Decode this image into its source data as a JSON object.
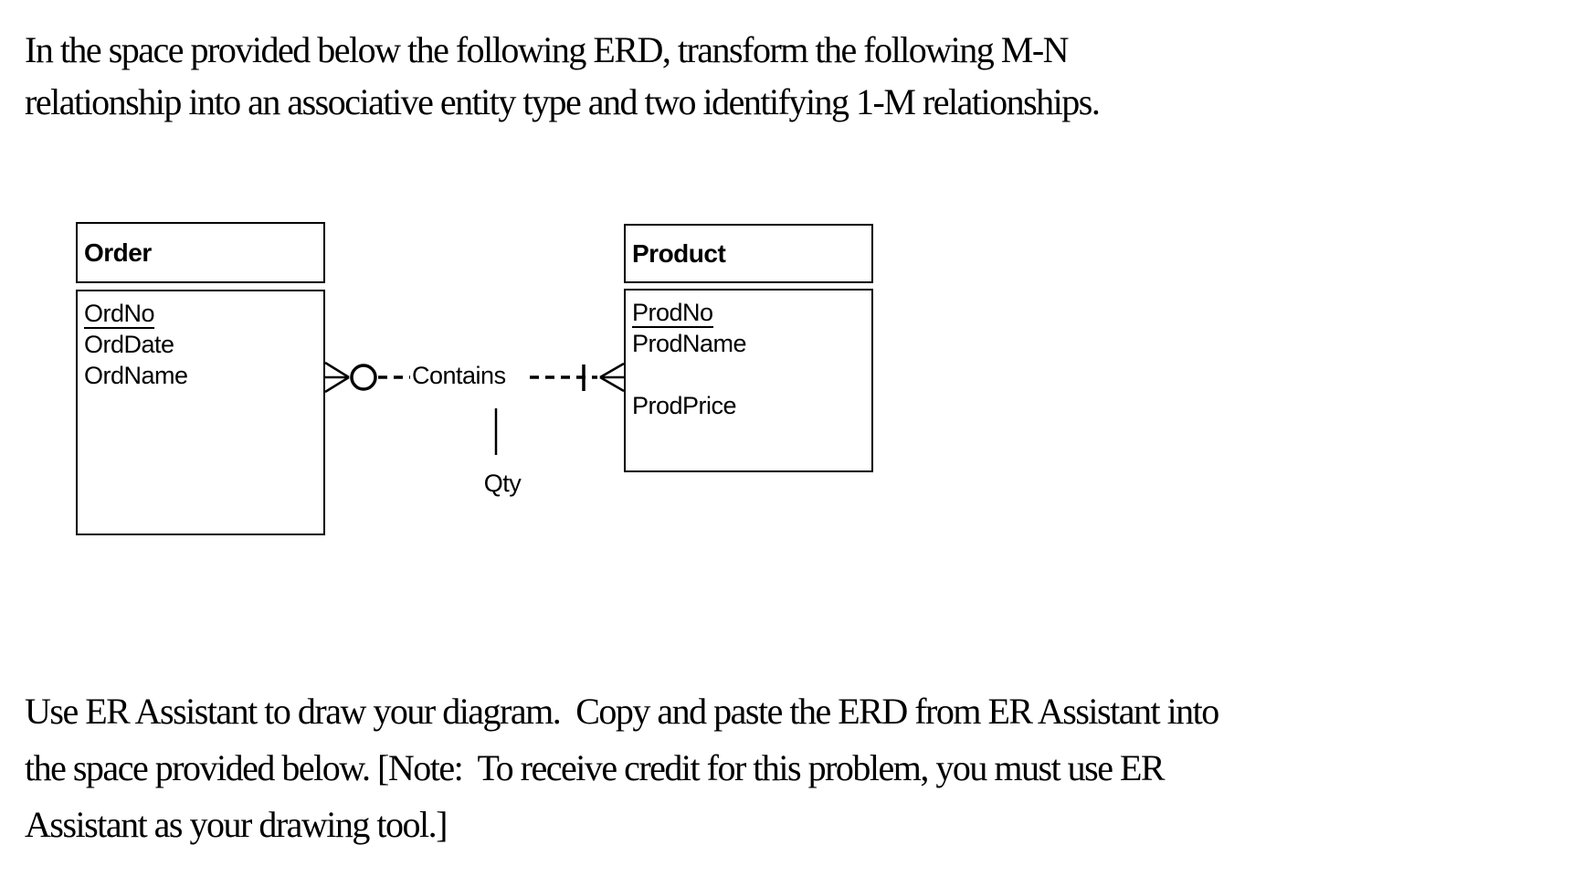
{
  "instructions": {
    "top_lines": [
      "In the space provided below the following ERD, transform the following M-N",
      "relationship into an associative entity type and two identifying 1-M relationships."
    ],
    "bottom_lines": [
      "Use ER Assistant to draw your diagram.  Copy and paste the ERD from ER Assistant into",
      "the space provided below. [Note:  To receive credit for this problem, you must use ER",
      "Assistant as your drawing tool.]"
    ]
  },
  "diagram": {
    "type": "entity-relationship-diagram",
    "notation": "crows-foot",
    "entities": [
      {
        "name": "Order",
        "attributes": [
          {
            "label": "OrdNo",
            "primary_key": true
          },
          {
            "label": "OrdDate",
            "primary_key": false
          },
          {
            "label": "OrdName",
            "primary_key": false
          }
        ]
      },
      {
        "name": "Product",
        "attributes": [
          {
            "label": "ProdNo",
            "primary_key": true
          },
          {
            "label": "ProdName",
            "primary_key": false
          },
          {
            "label": "ProdPrice",
            "primary_key": false
          }
        ]
      }
    ],
    "relationship": {
      "name": "Contains",
      "attribute": "Qty",
      "cardinality": "M-N",
      "order_side": "optional-many (circle + crow's foot)",
      "product_side": "mandatory-many (bar + crow's foot)"
    },
    "colors": {
      "ink": "#000000",
      "background": "#ffffff"
    }
  }
}
